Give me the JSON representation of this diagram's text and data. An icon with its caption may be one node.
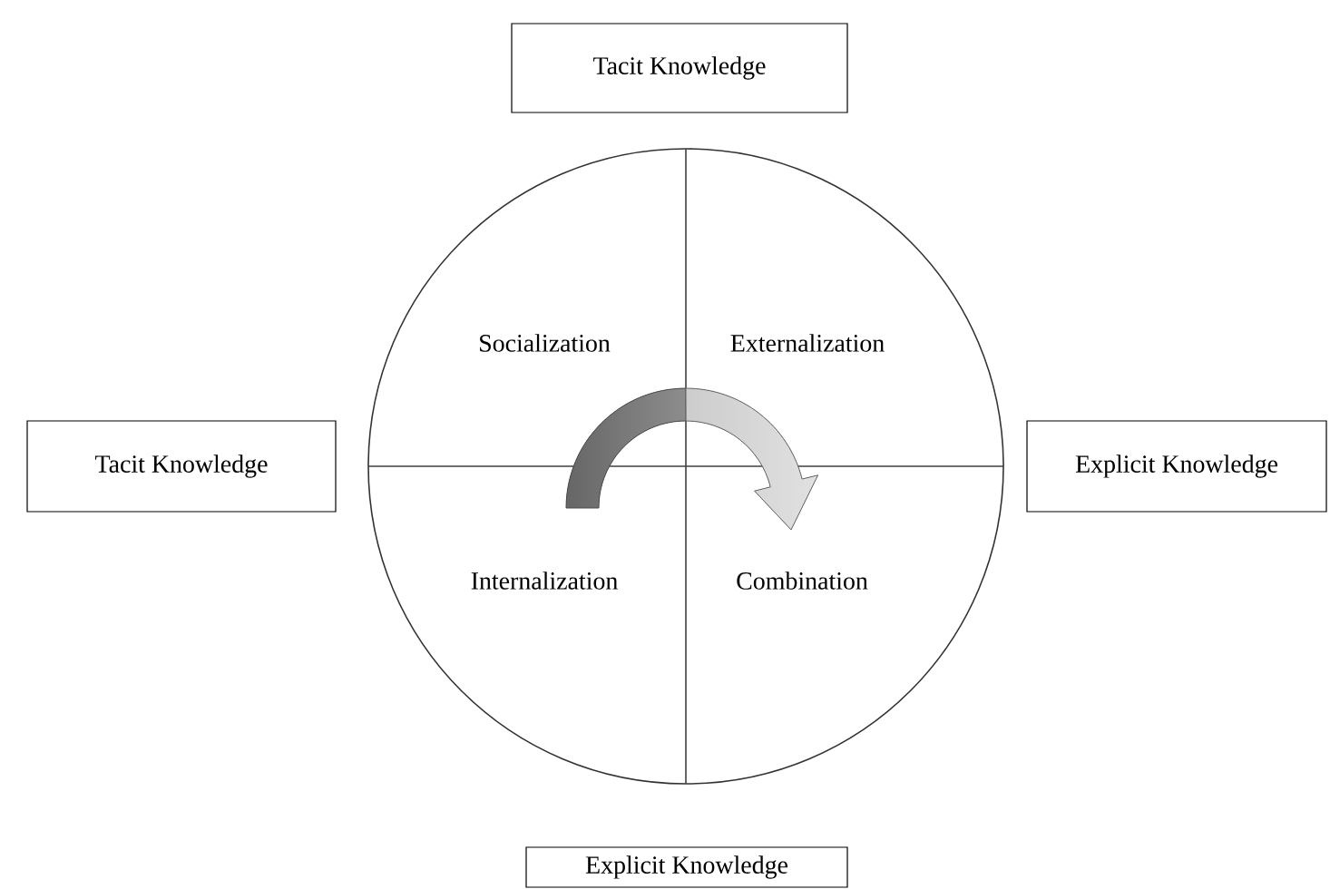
{
  "diagram": {
    "nodes": [
      {
        "text": [
          "Tacit Knowledge"
        ]
      },
      {
        "text": [
          "Tacit Knowledge"
        ]
      },
      {
        "text": [
          "Explicit Knowledge"
        ]
      },
      {
        "text": [
          "Explicit Knowledge"
        ]
      }
    ],
    "labels": [
      "Socialization",
      "Externalization",
      "Internalization",
      "Combination"
    ]
  }
}
